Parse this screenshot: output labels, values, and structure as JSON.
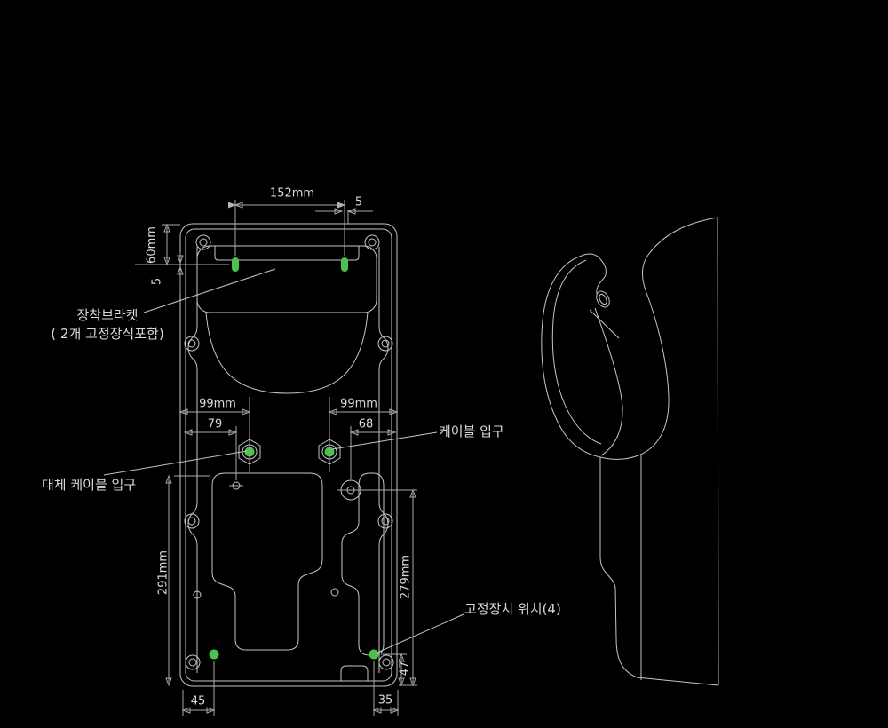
{
  "colors": {
    "bg": "#000000",
    "line": "#c6c6c6",
    "dim": "#a8a8a8",
    "text": "#d9d9d9",
    "green": "#4cc14c"
  },
  "rear_view": {
    "dims": {
      "top_width": "152mm",
      "top_offset": "5",
      "left_height": "60mm",
      "left_offset": "5",
      "cable_left": "99mm",
      "cable_right": "99mm",
      "hole_left": "79",
      "hole_right": "68",
      "side_left": "291mm",
      "side_right": "279mm",
      "corner_offset": "47",
      "bottom_left": "45",
      "bottom_right": "35"
    },
    "labels": {
      "mounting_bracket_line1": "장착브라켓",
      "mounting_bracket_line2": "( 2개 고정장식포함)",
      "cable_entry": "케이블 입구",
      "alt_cable_entry": "대체 케이블 입구",
      "fixing_positions": "고정장치 위치(4)"
    }
  }
}
